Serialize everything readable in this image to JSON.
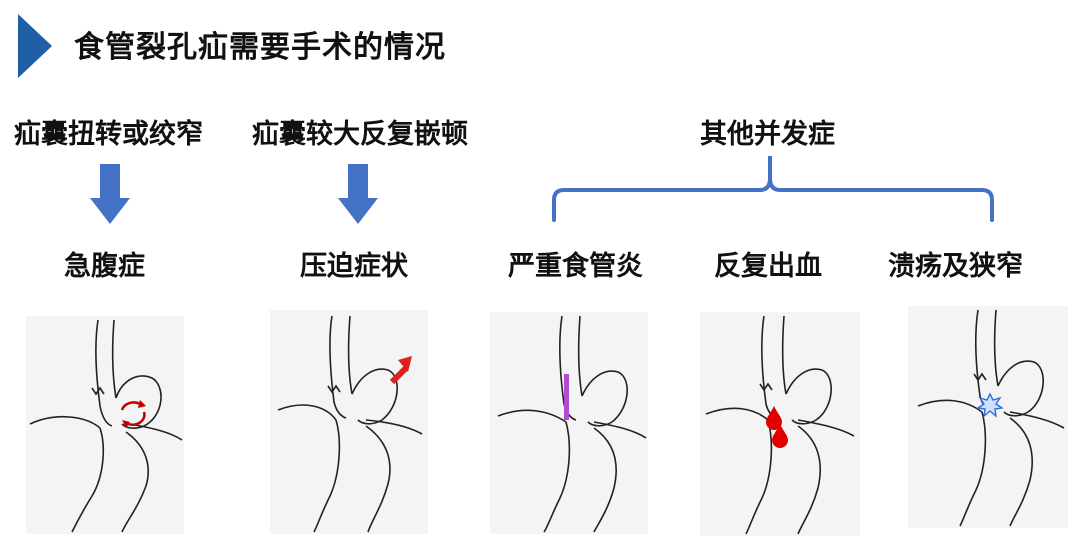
{
  "page": {
    "title": "食管裂孔疝需要手术的情况"
  },
  "columns": [
    {
      "cause": "疝囊扭转或绞窄",
      "result": "急腹症"
    },
    {
      "cause": "疝囊较大反复嵌顿",
      "result": "压迫症状"
    }
  ],
  "complications": {
    "group_label": "其他并发症",
    "items": [
      "严重食管炎",
      "反复出血",
      "溃疡及狭窄"
    ]
  },
  "colors": {
    "title_marker": "#1f5fa8",
    "down_arrow": "#4472c4",
    "bracket": "#4472c4",
    "torsion_arrow": "#c00000",
    "pressure_arrow": "#e02020",
    "esophagitis_mark": "#b04ad0",
    "bleeding": "#e00000",
    "ulcer": "#2e6fd8"
  },
  "icons": {
    "title_marker": "triangle-right-icon",
    "flow_arrow": "arrow-down-icon"
  }
}
